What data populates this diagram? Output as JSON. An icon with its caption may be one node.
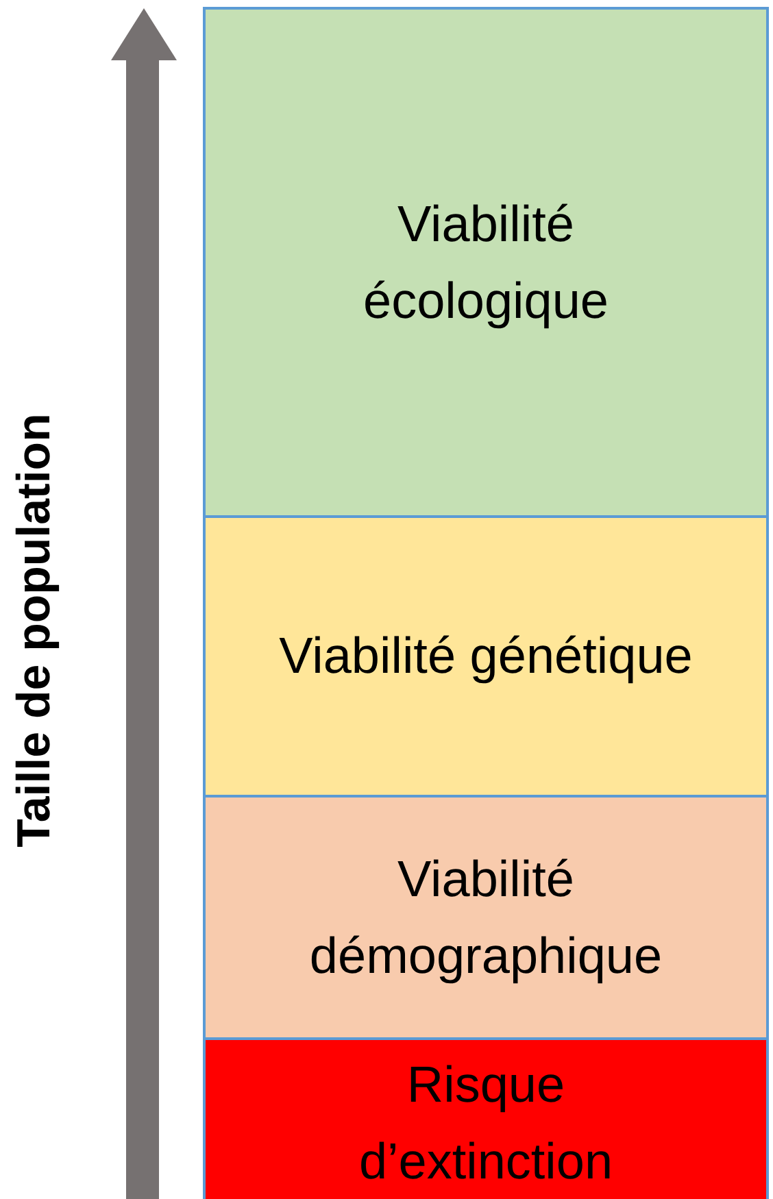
{
  "diagram": {
    "nodes": [
      {
        "text": [
          "Viabilité écologique"
        ]
      },
      {
        "text": [
          "Viabilité génétique"
        ]
      },
      {
        "text": [
          "Viabilité démographique"
        ]
      },
      {
        "text": [
          "Risque d’extinction"
        ]
      }
    ],
    "labels": [
      "Taille de population"
    ]
  }
}
